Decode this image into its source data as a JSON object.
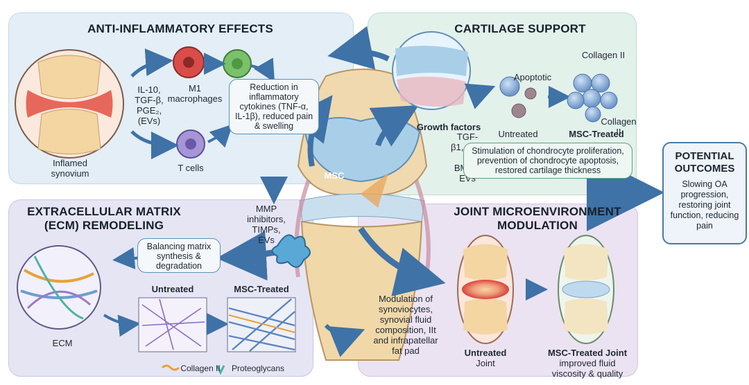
{
  "anti": {
    "title": "ANTI-INFLAMMATORY EFFECTS",
    "mediators": "IL-10, TGF-β, PGE₂, (EVs)",
    "m1": "M1 macrophages",
    "t_cells": "T cells",
    "reduction": "Reduction in inflammatory cytokines (TNF-α, IL-1β), reduced pain & swelling",
    "synovium": "Inflamed synovium"
  },
  "cartilage": {
    "title": "CARTILAGE SUPPORT",
    "apoptotic": "Apoptotic",
    "collagen_top": "Collagen II",
    "collagen_bottom": "Collagen II",
    "growth_title": "Growth factors",
    "growth_list": "TGF-β1, IGF-1, BMPs, EVs",
    "untreated": "Untreated",
    "treated": "MSC-Treated",
    "stimulation": "Stimulation of chondrocyte proliferation, prevention of chondrocyte apoptosis, restored cartilage thickness"
  },
  "center": {
    "msc": "MSC",
    "mmp": "MMP inhibitors, TIMPs, EVs"
  },
  "ecm": {
    "title": "EXTRACELLULAR MATRIX (ECM) REMODELING",
    "balancing": "Balancing matrix synthesis & degradation",
    "untreated": "Untreated",
    "treated": "MSC-Treated",
    "ecm_label": "ECM",
    "legend_collagen": "Collagen II",
    "legend_proteo": "Proteoglycans"
  },
  "joint": {
    "title": "JOINT MICROENVIRONMENT MODULATION",
    "modulation": "Modulation of synoviocytes, synovial fluid composition, IIt and infrapatellar fat pad",
    "untreated_title": "Untreated",
    "untreated_sub": "Joint",
    "treated_title": "MSC-Treated Joint",
    "treated_sub": "improved fluid viscosity & quality"
  },
  "outcomes": {
    "title": "POTENTIAL OUTCOMES",
    "body": "Slowing OA progression, restoring joint function, reducing pain"
  },
  "colors": {
    "arrow": "#3f72a6",
    "inflamed": "#e04a3f",
    "cartilage": "#9fc9e6",
    "bone": "#f0d8a8"
  }
}
